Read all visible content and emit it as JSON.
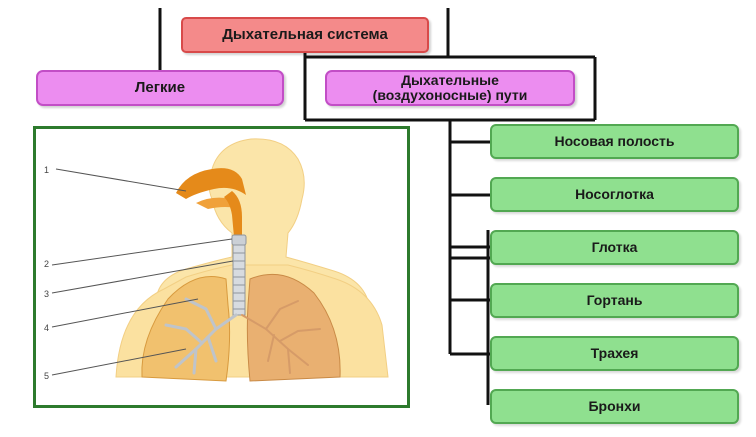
{
  "root": {
    "label": "Дыхательная система"
  },
  "branches": {
    "lungs": {
      "label": "Легкие"
    },
    "airways": {
      "label": "Дыхательные (воздухоносные) пути"
    }
  },
  "airway_parts": [
    {
      "label": "Носовая полость"
    },
    {
      "label": "Носоглотка"
    },
    {
      "label": "Глотка"
    },
    {
      "label": "Гортань"
    },
    {
      "label": "Трахея"
    },
    {
      "label": "Бронхи"
    }
  ],
  "figure": {
    "callouts": [
      "1",
      "2",
      "3",
      "4",
      "5"
    ]
  },
  "colors": {
    "root_fill": "#f48a8a",
    "branch_fill": "#ec8df0",
    "part_fill": "#8fe08f",
    "frame": "#2d7a2d"
  }
}
